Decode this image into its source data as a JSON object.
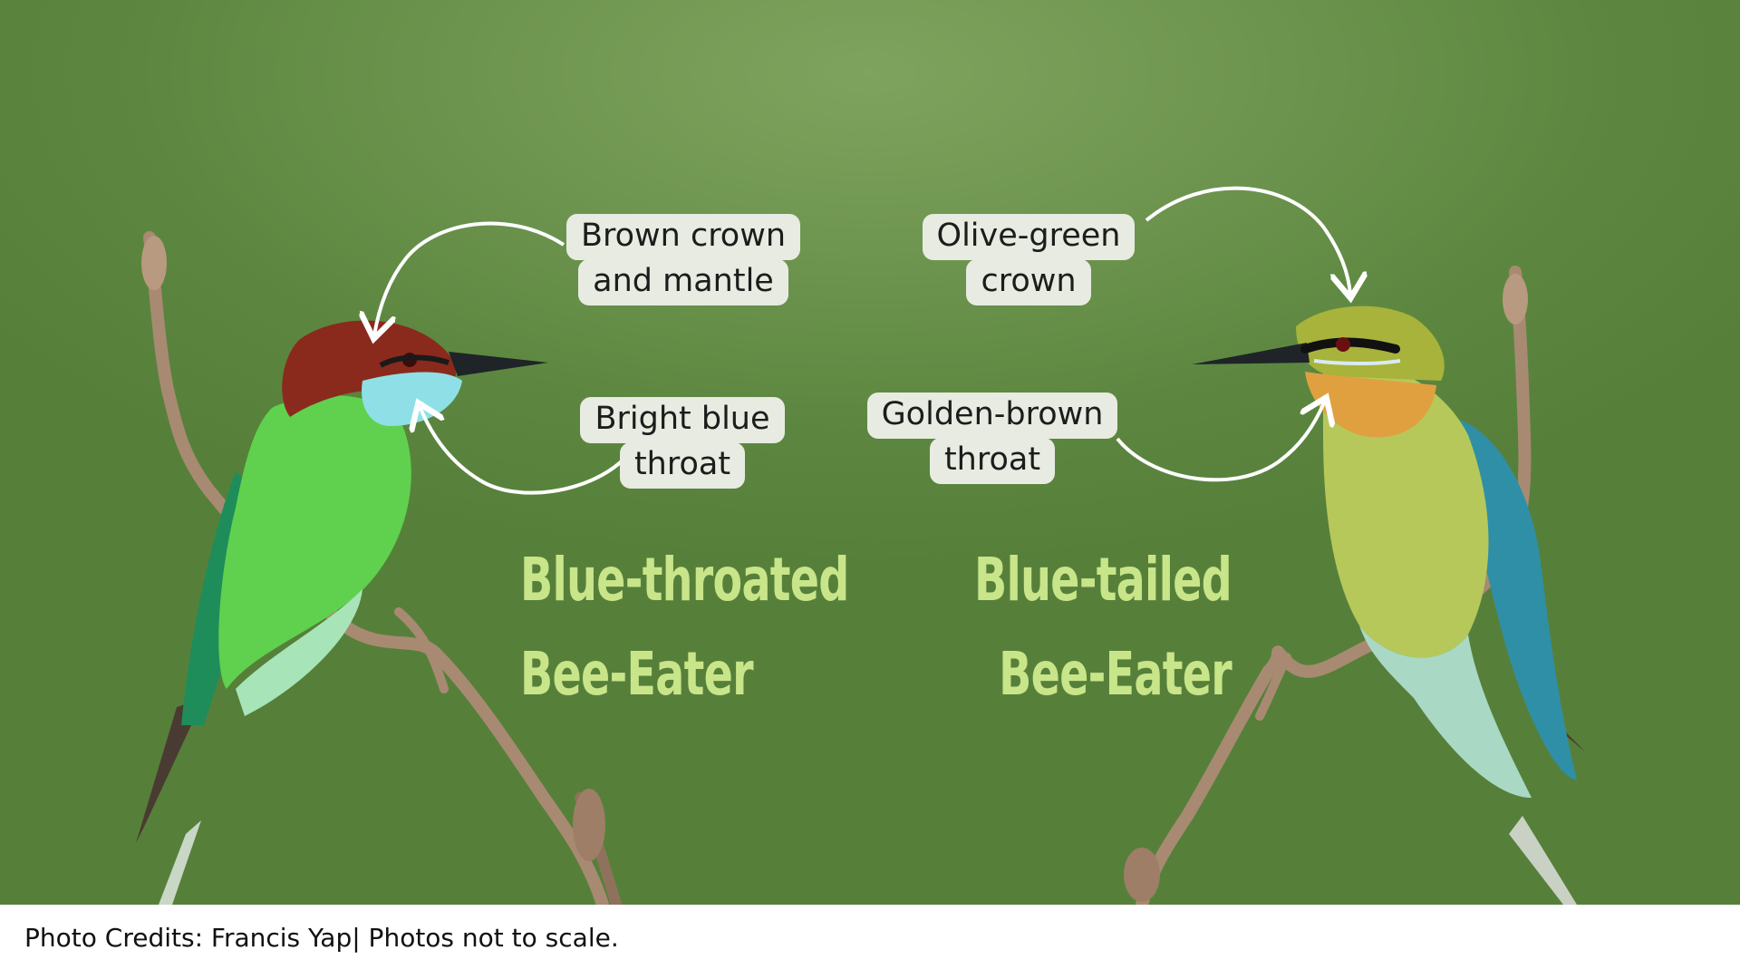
{
  "left_bird": {
    "species_line1": "Blue-throated",
    "species_line2": "Bee-Eater",
    "callouts": [
      {
        "lines": [
          "Brown crown",
          "and mantle"
        ]
      },
      {
        "lines": [
          "Bright blue",
          "throat"
        ]
      }
    ],
    "colors": {
      "crown": "#8a2a1c",
      "throat": "#8fe0e6",
      "body": "#5fd14e"
    }
  },
  "right_bird": {
    "species_line1": "Blue-tailed",
    "species_line2": "Bee-Eater",
    "callouts": [
      {
        "lines": [
          "Olive-green",
          "crown"
        ]
      },
      {
        "lines": [
          "Golden-brown",
          "throat"
        ]
      }
    ],
    "colors": {
      "crown": "#a7b33a",
      "throat": "#e0a040",
      "body": "#b7c85a"
    }
  },
  "credit": "Photo Credits: Francis Yap| Photos not to scale.",
  "colors": {
    "background": "#6a9149",
    "species_text": "#c9e58a",
    "callout_bg": "#e7ebe1",
    "arrow": "#ffffff",
    "branch": "#a88a72"
  }
}
